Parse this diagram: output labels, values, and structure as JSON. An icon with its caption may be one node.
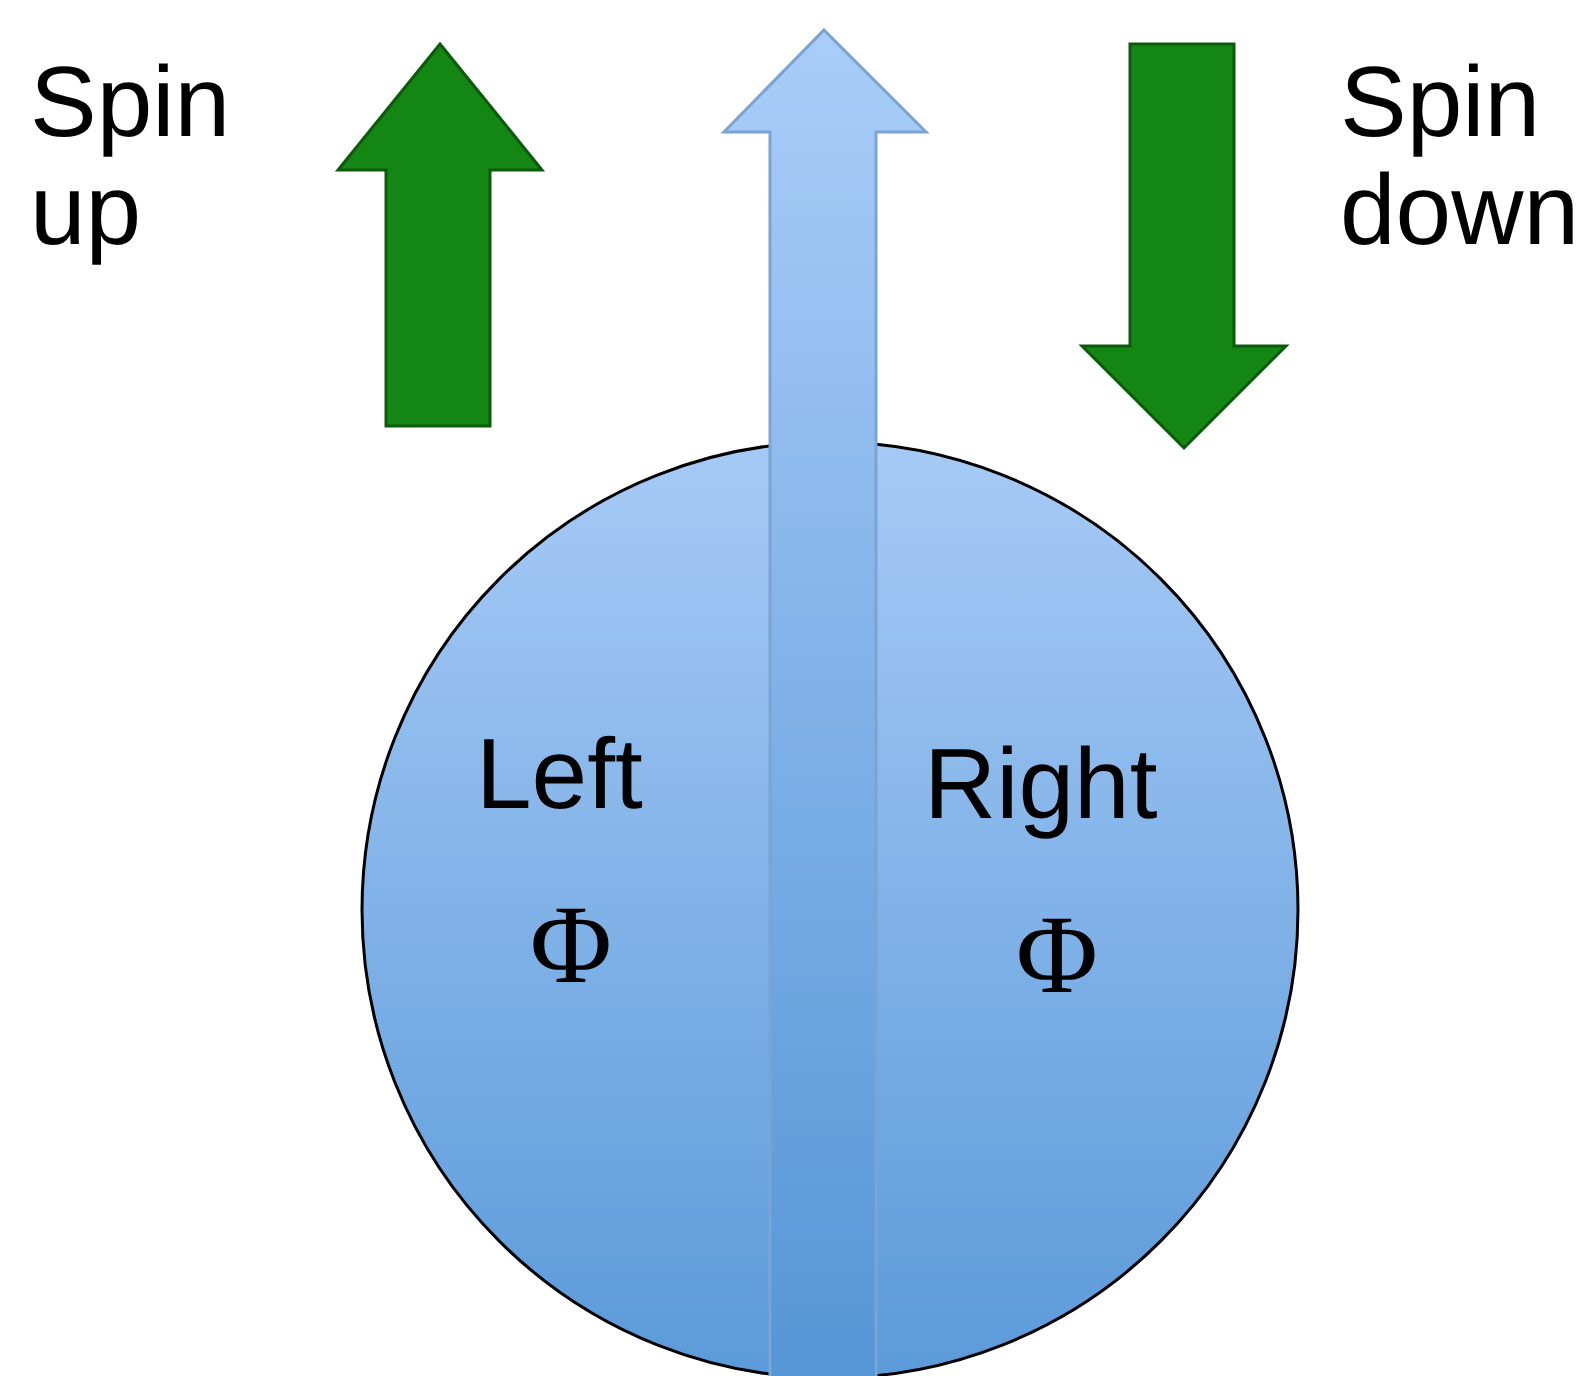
{
  "diagram": {
    "nodes": [
      {
        "text": [
          "Left",
          "Φ",
          "Right",
          "Φ"
        ]
      }
    ],
    "labels": [
      "Spin up",
      "Spin down"
    ]
  }
}
